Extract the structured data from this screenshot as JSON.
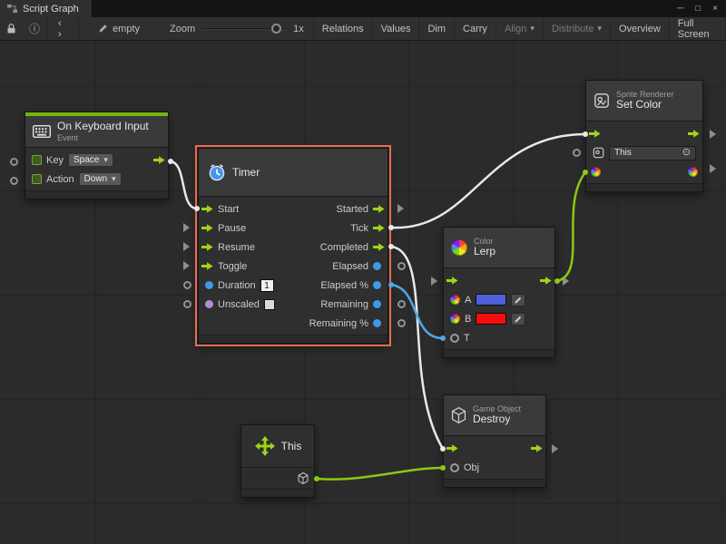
{
  "window": {
    "tab_title": "Script Graph",
    "minimize": "─",
    "maximize": "□",
    "close": "×"
  },
  "toolbar": {
    "code_icon": "‹ ›",
    "graph_name": "empty",
    "zoom_label": "Zoom",
    "zoom_value": "1x",
    "dropdown_caret": "▾",
    "buttons": [
      {
        "label": "Relations"
      },
      {
        "label": "Values"
      },
      {
        "label": "Dim"
      },
      {
        "label": "Carry"
      },
      {
        "label": "Align",
        "dropdown": true,
        "disabled": true
      },
      {
        "label": "Distribute",
        "dropdown": true,
        "disabled": true
      },
      {
        "label": "Overview"
      },
      {
        "label": "Full Screen"
      }
    ]
  },
  "nodes": {
    "keyboard_event": {
      "title": "On Keyboard Input",
      "subtitle": "Event",
      "key_label": "Key",
      "key_value": "Space",
      "action_label": "Action",
      "action_value": "Down"
    },
    "timer": {
      "title": "Timer",
      "inputs": [
        "Start",
        "Pause",
        "Resume",
        "Toggle",
        "Duration",
        "Unscaled"
      ],
      "duration_value": "1",
      "outputs": [
        "Started",
        "Tick",
        "Completed",
        "Elapsed",
        "Elapsed %",
        "Remaining",
        "Remaining %"
      ]
    },
    "color_lerp": {
      "category": "Color",
      "title": "Lerp",
      "port_a": "A",
      "port_b": "B",
      "port_t": "T"
    },
    "set_color": {
      "category": "Sprite Renderer",
      "title": "Set Color",
      "target_value": "This"
    },
    "self_node": {
      "title": "This"
    },
    "destroy": {
      "category": "Game Object",
      "title": "Destroy",
      "obj_label": "Obj"
    }
  },
  "icons": {
    "info": "ⓘ",
    "object_picker": "⊙",
    "lock": "padlock",
    "rename": "pencil",
    "script_graph_tab": "graph",
    "keyboard": "keyboard",
    "timer": "clock",
    "color_wheel": "wheel",
    "sprite_renderer": "framed-circle",
    "game_object": "cube",
    "self": "move-cross",
    "eyedropper": "dropper"
  },
  "colors": {
    "flow_green": "#9ED516",
    "wire_white": "#E9E9E9",
    "wire_green": "#8CC813",
    "wire_blue": "#4FA8E8",
    "port_blue": "#3D9AE8",
    "port_purple": "#B48DD9",
    "event_accent": "#74B50F",
    "selection_red": "#ED6A50",
    "swatch_a": "#4F5FD8",
    "swatch_b": "#F50D0D"
  }
}
